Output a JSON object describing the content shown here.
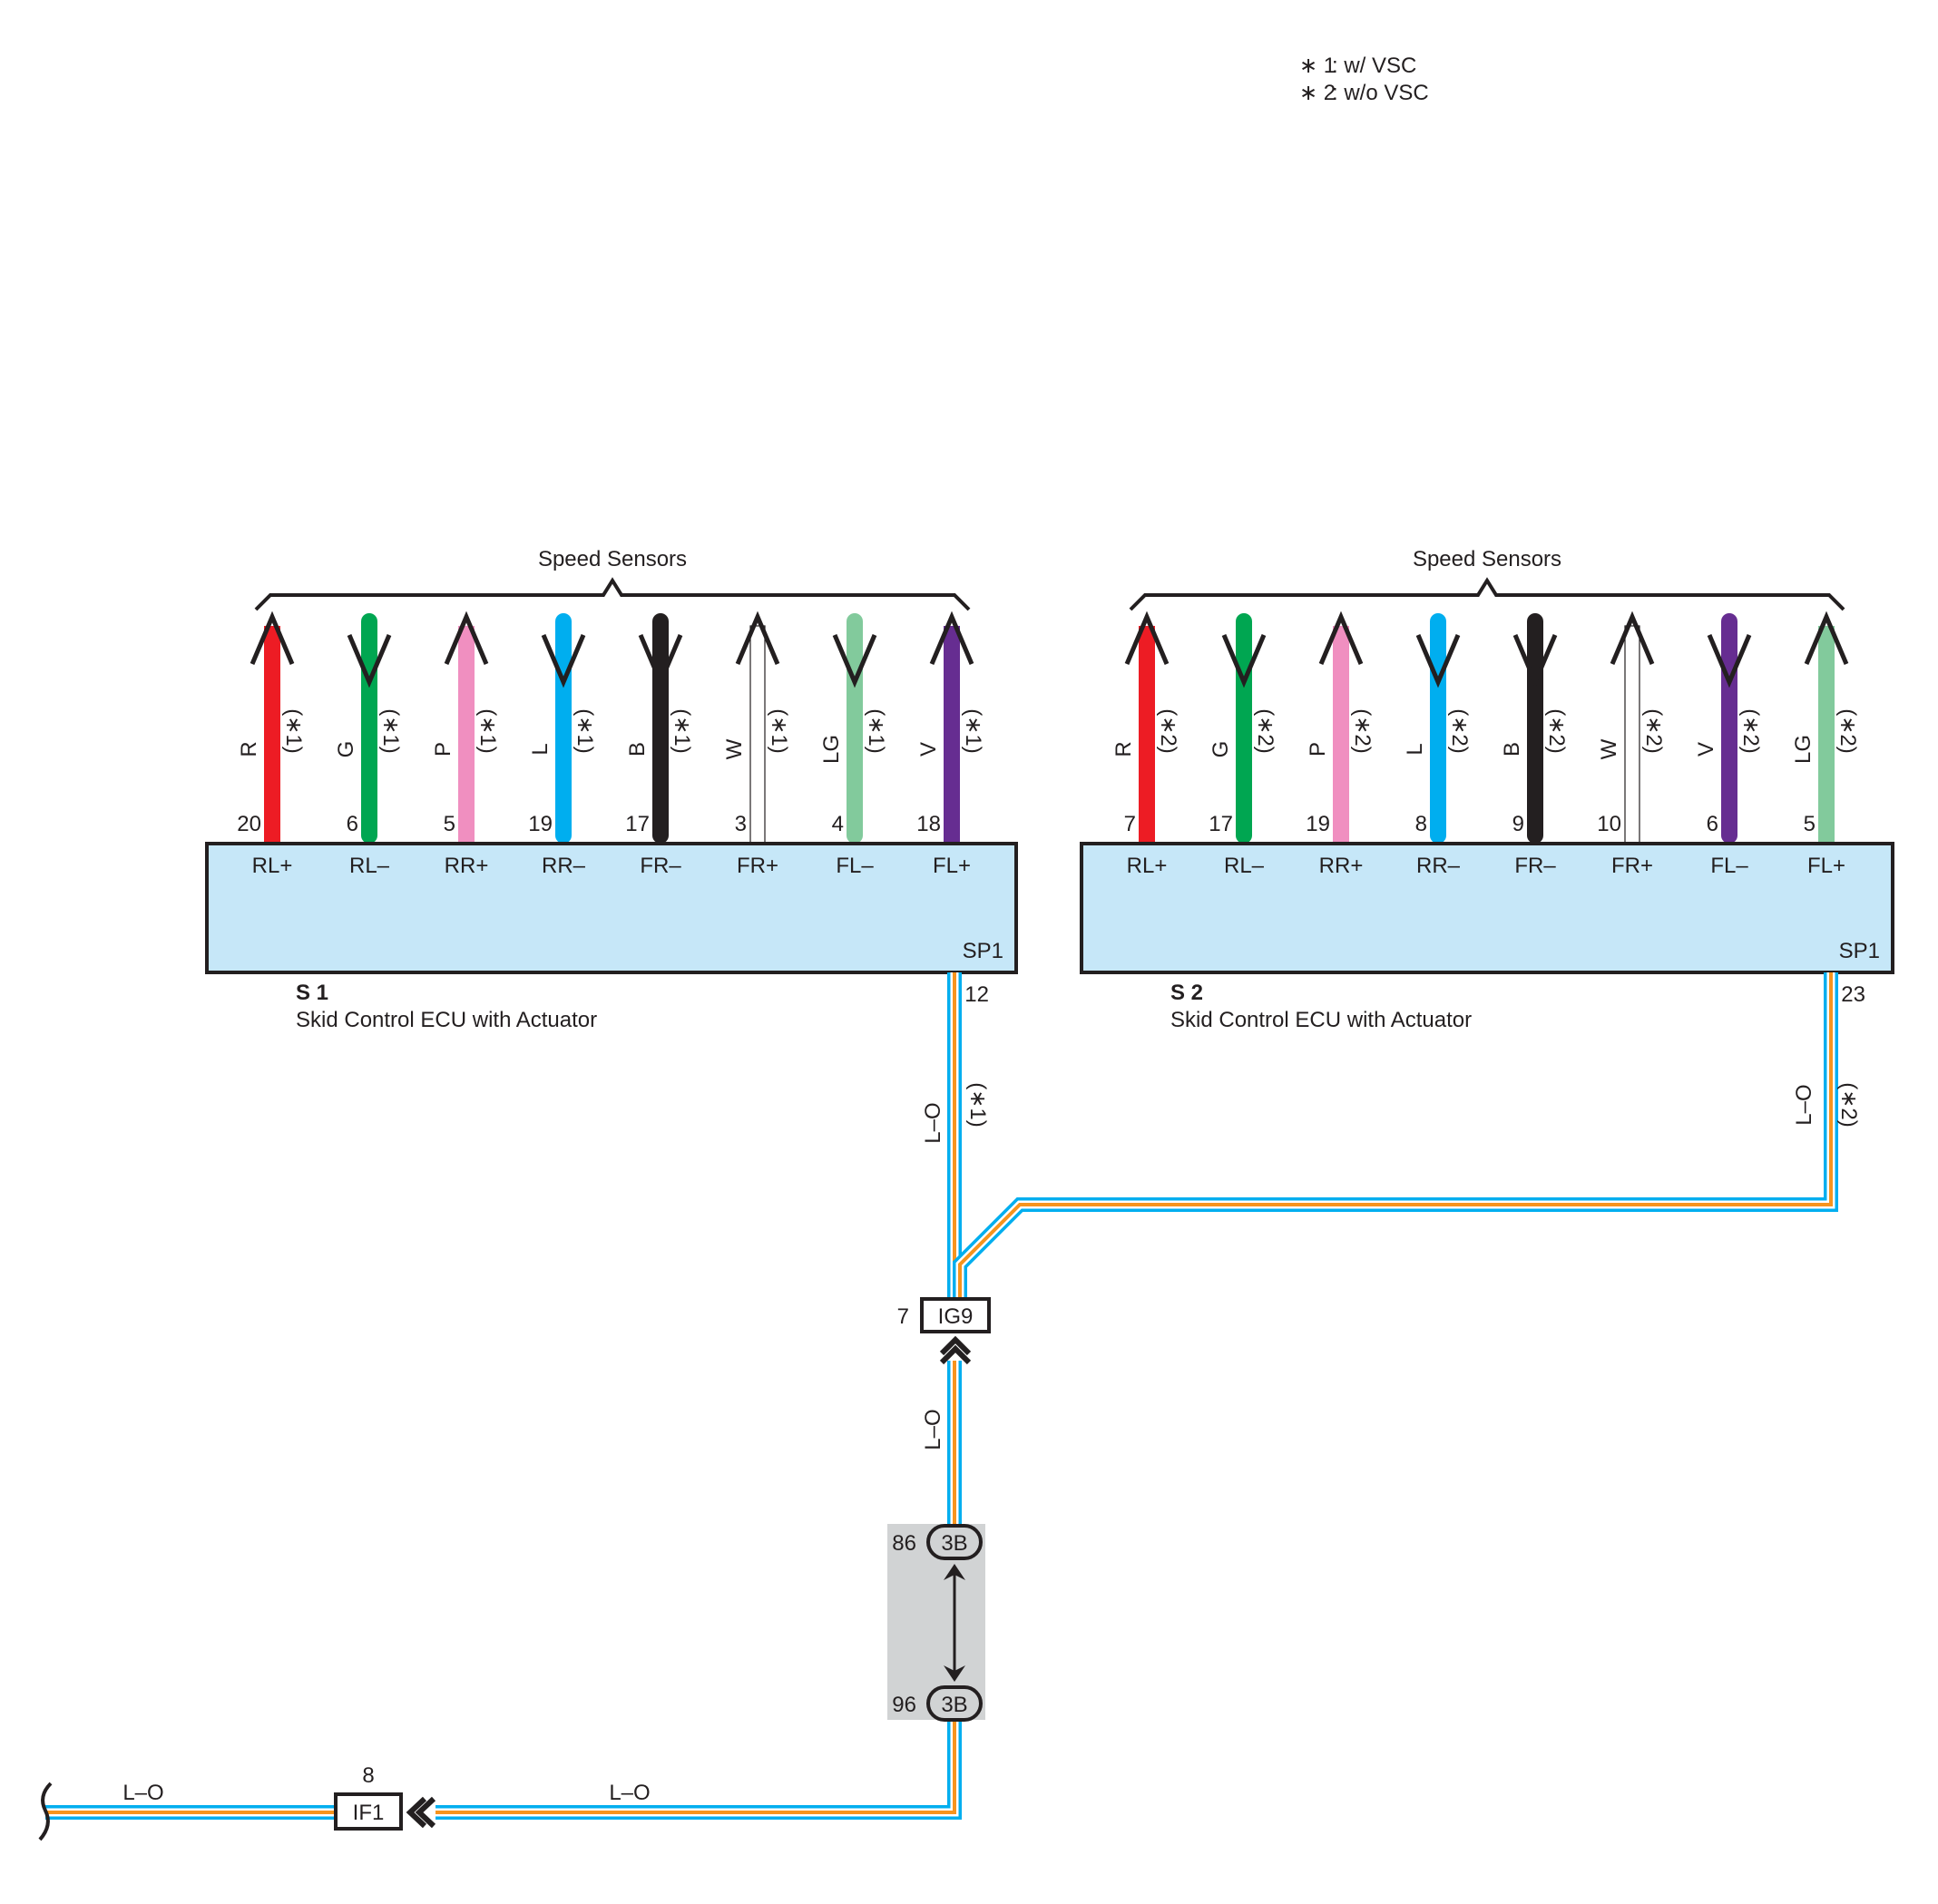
{
  "notes": [
    {
      "mark": "∗ 1",
      "text": ": w/ VSC"
    },
    {
      "mark": "∗ 2",
      "text": ": w/o VSC"
    }
  ],
  "colors": {
    "R": "#ed1c24",
    "G": "#00a651",
    "P": "#f08fc0",
    "L": "#00aeef",
    "B": "#231f20",
    "W": "#ffffff",
    "LG": "#82ca9c",
    "V": "#662d91",
    "O": "#f7941d",
    "box": "#c6e7f8",
    "shade": "#d1d3d4"
  },
  "components": [
    {
      "code": "S 1",
      "name": "Skid Control ECU with Actuator",
      "sensor_group": "Speed Sensors",
      "connector": "SP1",
      "out_pin": "12",
      "variant": "(∗1)",
      "wires": [
        {
          "color": "R",
          "pin": "20",
          "terminal": "RL+",
          "dir": "up"
        },
        {
          "color": "G",
          "pin": "6",
          "terminal": "RL–",
          "dir": "down"
        },
        {
          "color": "P",
          "pin": "5",
          "terminal": "RR+",
          "dir": "up"
        },
        {
          "color": "L",
          "pin": "19",
          "terminal": "RR–",
          "dir": "down"
        },
        {
          "color": "B",
          "pin": "17",
          "terminal": "FR–",
          "dir": "down"
        },
        {
          "color": "W",
          "pin": "3",
          "terminal": "FR+",
          "dir": "up"
        },
        {
          "color": "LG",
          "pin": "4",
          "terminal": "FL–",
          "dir": "down"
        },
        {
          "color": "V",
          "pin": "18",
          "terminal": "FL+",
          "dir": "up"
        }
      ]
    },
    {
      "code": "S 2",
      "name": "Skid Control ECU with Actuator",
      "sensor_group": "Speed Sensors",
      "connector": "SP1",
      "out_pin": "23",
      "variant": "(∗2)",
      "wires": [
        {
          "color": "R",
          "pin": "7",
          "terminal": "RL+",
          "dir": "up"
        },
        {
          "color": "G",
          "pin": "17",
          "terminal": "RL–",
          "dir": "down"
        },
        {
          "color": "P",
          "pin": "19",
          "terminal": "RR+",
          "dir": "up"
        },
        {
          "color": "L",
          "pin": "8",
          "terminal": "RR–",
          "dir": "down"
        },
        {
          "color": "B",
          "pin": "9",
          "terminal": "FR–",
          "dir": "down"
        },
        {
          "color": "W",
          "pin": "10",
          "terminal": "FR+",
          "dir": "up"
        },
        {
          "color": "V",
          "pin": "6",
          "terminal": "FL–",
          "dir": "down"
        },
        {
          "color": "LG",
          "pin": "5",
          "terminal": "FL+",
          "dir": "up"
        }
      ]
    }
  ],
  "trunk": {
    "wire_color": "L–O",
    "junction_ig9": {
      "label": "IG9",
      "pin": "7"
    },
    "junction_3b_top": {
      "label": "3B",
      "pin": "86"
    },
    "junction_3b_bottom": {
      "label": "3B",
      "pin": "96"
    },
    "junction_if1": {
      "label": "IF1",
      "pin": "8"
    }
  }
}
